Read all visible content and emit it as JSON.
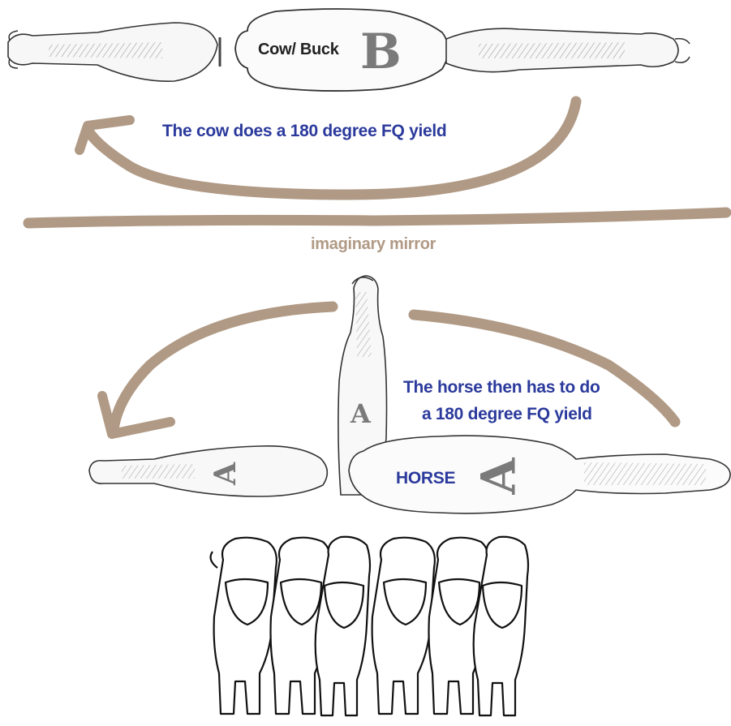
{
  "labels": {
    "cow_buck": "Cow/ Buck",
    "cow_yield": "The cow does a 180 degree FQ yield",
    "mirror": "imaginary mirror",
    "horse_yield_line1": "The horse then has to do",
    "horse_yield_line2": "a 180 degree FQ yield",
    "horse": "HORSE"
  },
  "markers": {
    "cow_letter": "B",
    "horse_letter": "A"
  },
  "colors": {
    "arrow": "#b09a85",
    "label_blue": "#2b3a9c",
    "letter_gray": "#7a7a7a",
    "outline": "#222222"
  }
}
